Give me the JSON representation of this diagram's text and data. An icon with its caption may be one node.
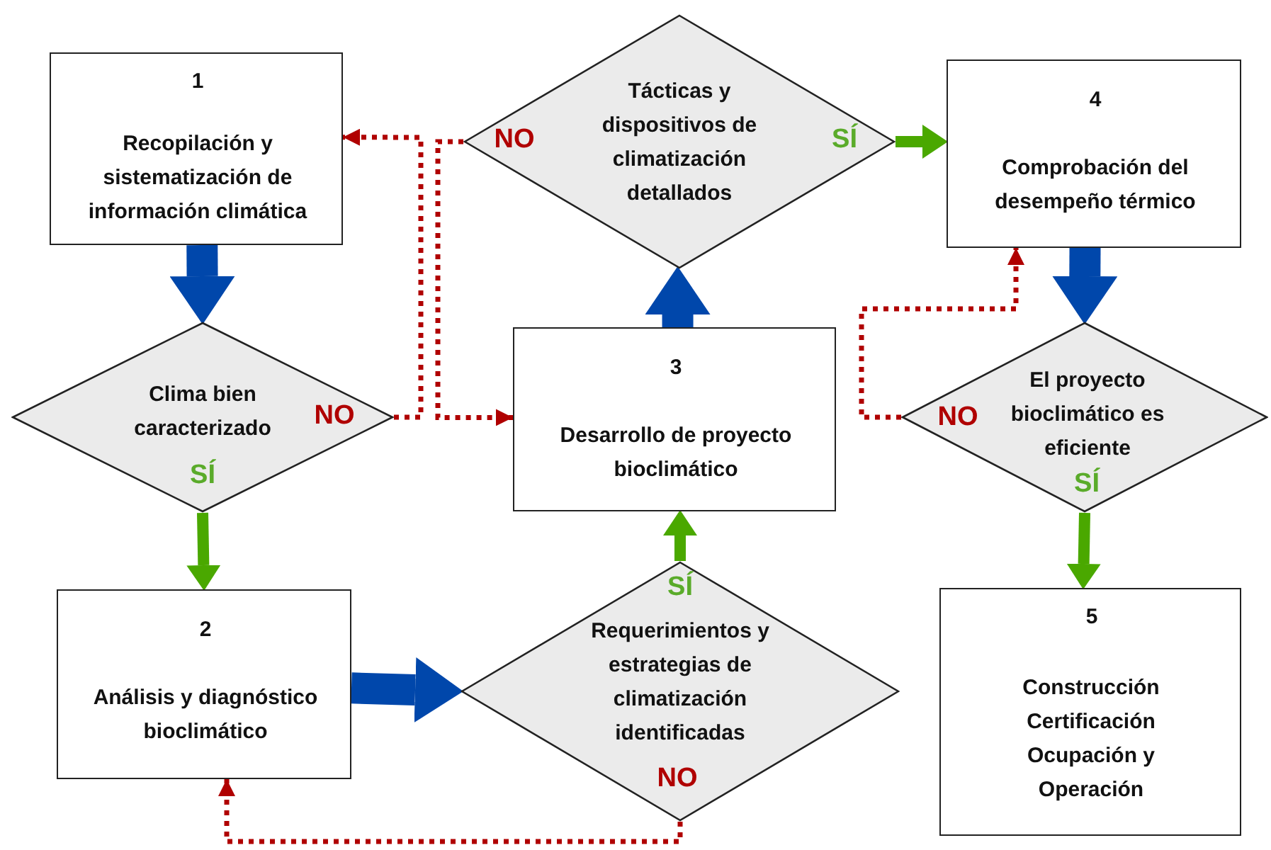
{
  "diagram": {
    "nodes": [
      {
        "text": [
          "1",
          "Recopilación y sistematización de información climática"
        ]
      },
      {
        "text": [
          "Clima bien caracterizado",
          "NO",
          "SÍ"
        ]
      },
      {
        "text": [
          "2",
          "Análisis y diagnóstico bioclimático"
        ]
      },
      {
        "text": [
          "SÍ",
          "Requerimientos y estrategias de climatización identificadas",
          "NO"
        ]
      },
      {
        "text": [
          "3",
          "Desarrollo de proyecto bioclimático"
        ]
      },
      {
        "text": [
          "NO",
          "Tácticas y dispositivos de climatización detallados",
          "SÍ"
        ]
      },
      {
        "text": [
          "4",
          "Comprobación del desempeño térmico"
        ]
      },
      {
        "text": [
          "NO",
          "El proyecto bioclimático es eficiente",
          "SÍ"
        ]
      },
      {
        "text": [
          "5",
          "Construcción Certificación Ocupación y Operación"
        ]
      }
    ],
    "edges": [
      {
        "from": 0,
        "to": 1,
        "arrow": "to",
        "style": "thick",
        "color": "#0047ab"
      },
      {
        "from": 1,
        "to": 2,
        "arrow": "to",
        "color": "#4aa800"
      },
      {
        "from": 1,
        "to": 0,
        "arrow": "to",
        "style": "dashed",
        "color": "#b00000"
      },
      {
        "from": 2,
        "to": 3,
        "arrow": "to",
        "style": "thick",
        "color": "#0047ab"
      },
      {
        "from": 3,
        "to": 4,
        "arrow": "to",
        "color": "#4aa800"
      },
      {
        "from": 3,
        "to": 2,
        "arrow": "to",
        "style": "dashed",
        "color": "#b00000"
      },
      {
        "from": 4,
        "to": 5,
        "arrow": "to",
        "style": "thick",
        "color": "#0047ab"
      },
      {
        "from": 5,
        "to": 4,
        "arrow": "to",
        "style": "dashed",
        "color": "#b00000"
      },
      {
        "from": 5,
        "to": 6,
        "arrow": "to",
        "color": "#4aa800"
      },
      {
        "from": 6,
        "to": 7,
        "arrow": "to",
        "style": "thick",
        "color": "#0047ab"
      },
      {
        "from": 7,
        "to": 6,
        "arrow": "to",
        "style": "dashed",
        "color": "#b00000"
      },
      {
        "from": 7,
        "to": 8,
        "arrow": "to",
        "color": "#4aa800"
      }
    ]
  }
}
